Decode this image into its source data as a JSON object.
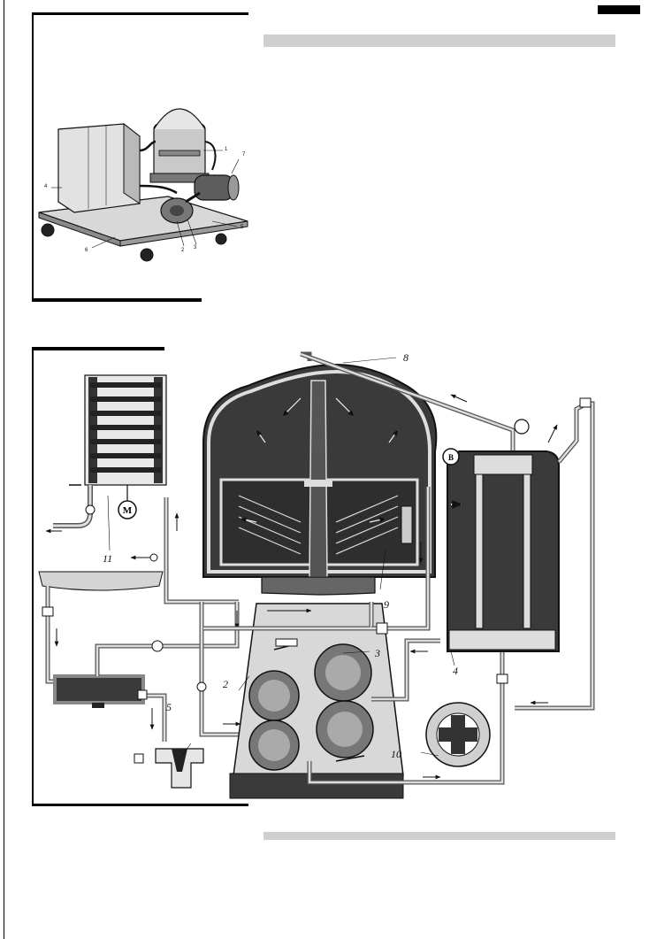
{
  "figure_top": {
    "labels": [
      "1",
      "2",
      "3",
      "4",
      "5",
      "6",
      "7"
    ]
  },
  "figure_main": {
    "labels": [
      "2",
      "3",
      "4",
      "5",
      "8",
      "9",
      "10",
      "11"
    ],
    "motor_letter": "M",
    "gauge_letter": "B"
  },
  "colors": {
    "ink": "#111111",
    "dark_fill": "#3a3a3a",
    "mid_fill": "#8a8a8a",
    "light_fill": "#d8d8d8",
    "band": "#cfcfcf"
  }
}
